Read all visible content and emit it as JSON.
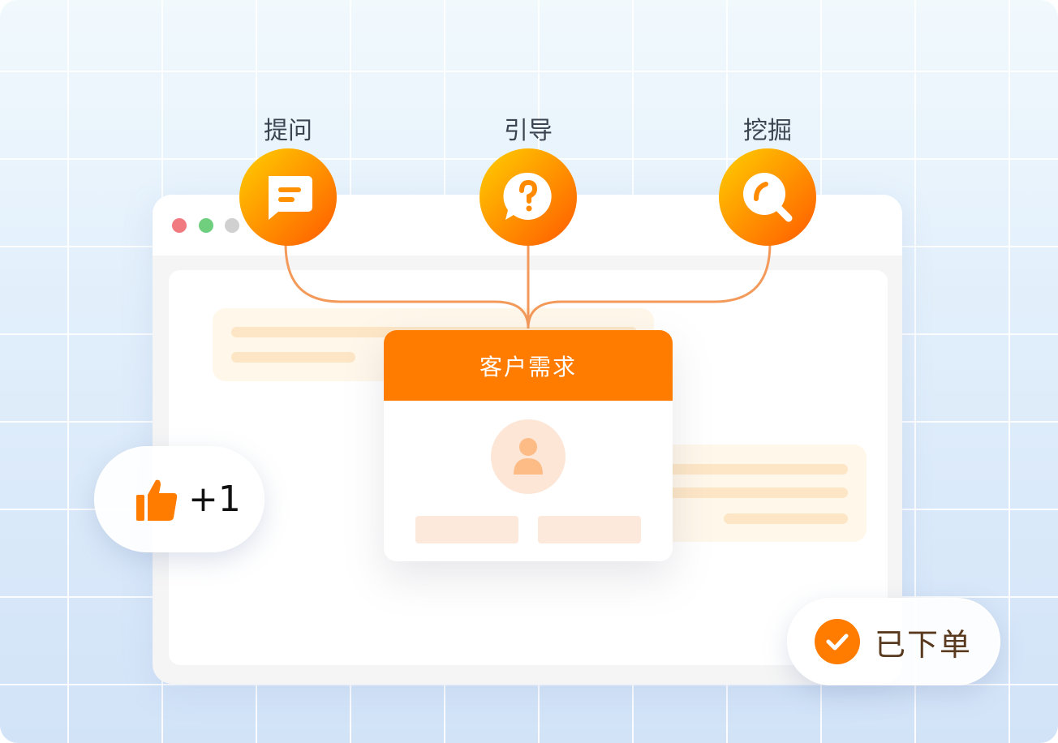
{
  "steps": [
    {
      "label": "提问",
      "icon": "chat-icon"
    },
    {
      "label": "引导",
      "icon": "question-icon"
    },
    {
      "label": "挖掘",
      "icon": "search-icon"
    }
  ],
  "card": {
    "title": "客户需求",
    "icon": "user-icon"
  },
  "like_badge": {
    "text": "+1",
    "icon": "thumbs-up-icon"
  },
  "order_badge": {
    "text": "已下单",
    "icon": "check-icon"
  },
  "colors": {
    "accent": "#ff7c00",
    "window_dots": [
      "#f07a80",
      "#6fcf7f",
      "#d0d0d0"
    ]
  }
}
